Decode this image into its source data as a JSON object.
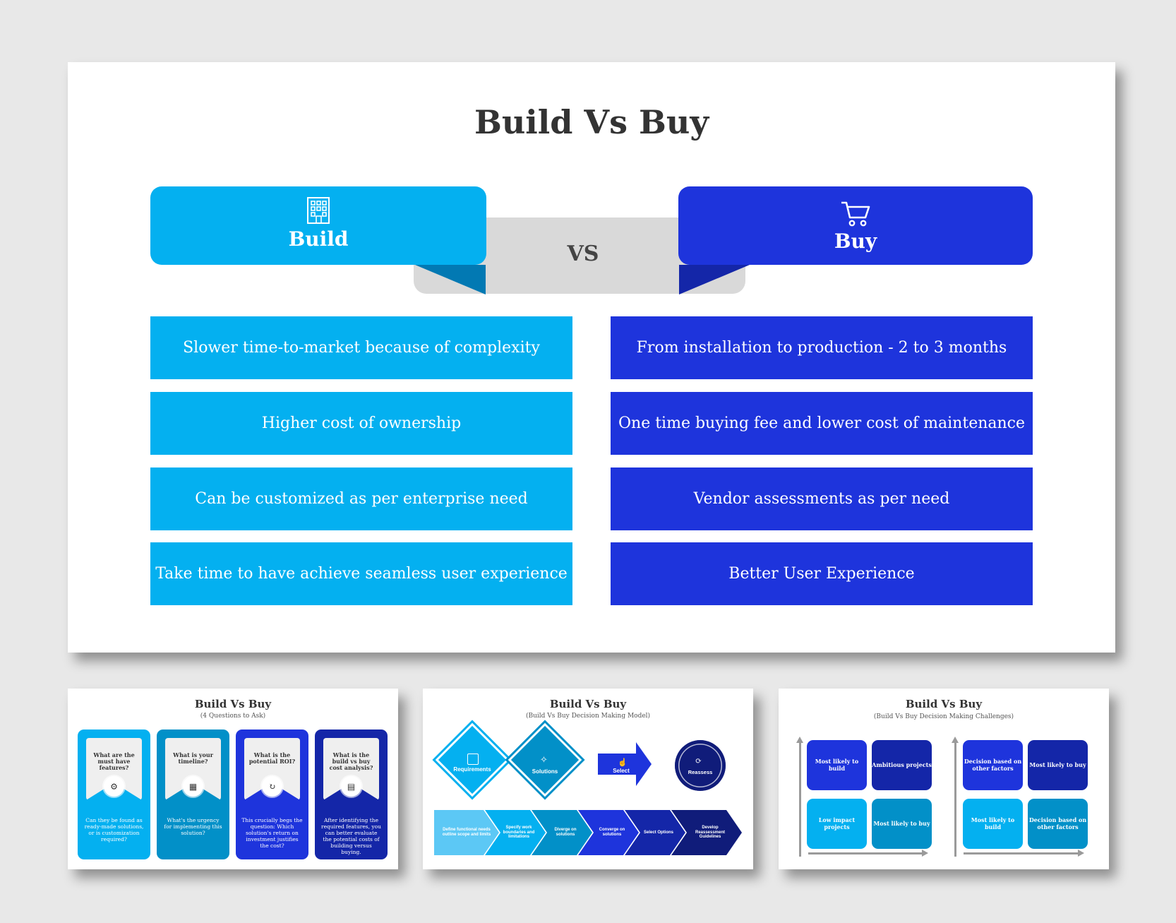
{
  "main": {
    "title": "Build Vs Buy",
    "vs_label": "VS",
    "build": {
      "label": "Build",
      "icon": "building-icon",
      "color": "#04b0f0",
      "points": [
        "Slower time-to-market because of complexity",
        "Higher cost of ownership",
        "Can be customized as per enterprise need",
        "Take time to have achieve seamless user experience"
      ]
    },
    "buy": {
      "label": "Buy",
      "icon": "shopping-cart-icon",
      "color": "#1e34dc",
      "points": [
        "From installation to production - 2 to 3 months",
        "One time buying fee and lower cost of maintenance",
        "Vendor assessments as per need",
        "Better User Experience"
      ]
    }
  },
  "thumb1": {
    "title": "Build Vs Buy",
    "subtitle": "(4 Questions to Ask)",
    "cards": [
      {
        "question": "What are the must have features?",
        "answer": "Can they be found as ready-made solutions, or is customization required?",
        "icon": "hand-gear-icon",
        "color": "#04b0f0"
      },
      {
        "question": "What is your timeline?",
        "answer": "What's the urgency for implementing this solution?",
        "icon": "calendar-icon",
        "color": "#0290c8"
      },
      {
        "question": "What is the potential ROI?",
        "answer": "This crucially begs the question: Which solution's return on investment justifies the cost?",
        "icon": "money-cycle-icon",
        "color": "#1e34dc"
      },
      {
        "question": "What is the build vs buy cost analysis?",
        "answer": "After identifying the required features, you can better evaluate the potential costs of building versus buying.",
        "icon": "document-search-icon",
        "color": "#1426a8"
      }
    ]
  },
  "thumb2": {
    "title": "Build Vs Buy",
    "subtitle": "(Build Vs Buy Decision Making Model)",
    "steps": [
      "Requirements",
      "Solutions",
      "Select",
      "Reassess"
    ],
    "chevrons": [
      {
        "text": "Define functional needs outline scope and limits",
        "color": "#5cc8f5"
      },
      {
        "text": "Specify work boundaries and limitations",
        "color": "#04b0f0"
      },
      {
        "text": "Diverge on solutions",
        "color": "#0290c8"
      },
      {
        "text": "Converge on solutions",
        "color": "#1e34dc"
      },
      {
        "text": "Select Options",
        "color": "#1426a8"
      },
      {
        "text": "Develop Reassessment Guidelines",
        "color": "#101c7a"
      }
    ]
  },
  "thumb3": {
    "title": "Build Vs Buy",
    "subtitle": "(Build Vs Buy Decision Making Challenges)",
    "left_grid": [
      "Most likely to build",
      "Ambitious projects",
      "Low impact projects",
      "Most likely to buy"
    ],
    "right_grid": [
      "Decision based on other factors",
      "Most likely to buy",
      "Most likely to build",
      "Decision based on other factors"
    ]
  }
}
